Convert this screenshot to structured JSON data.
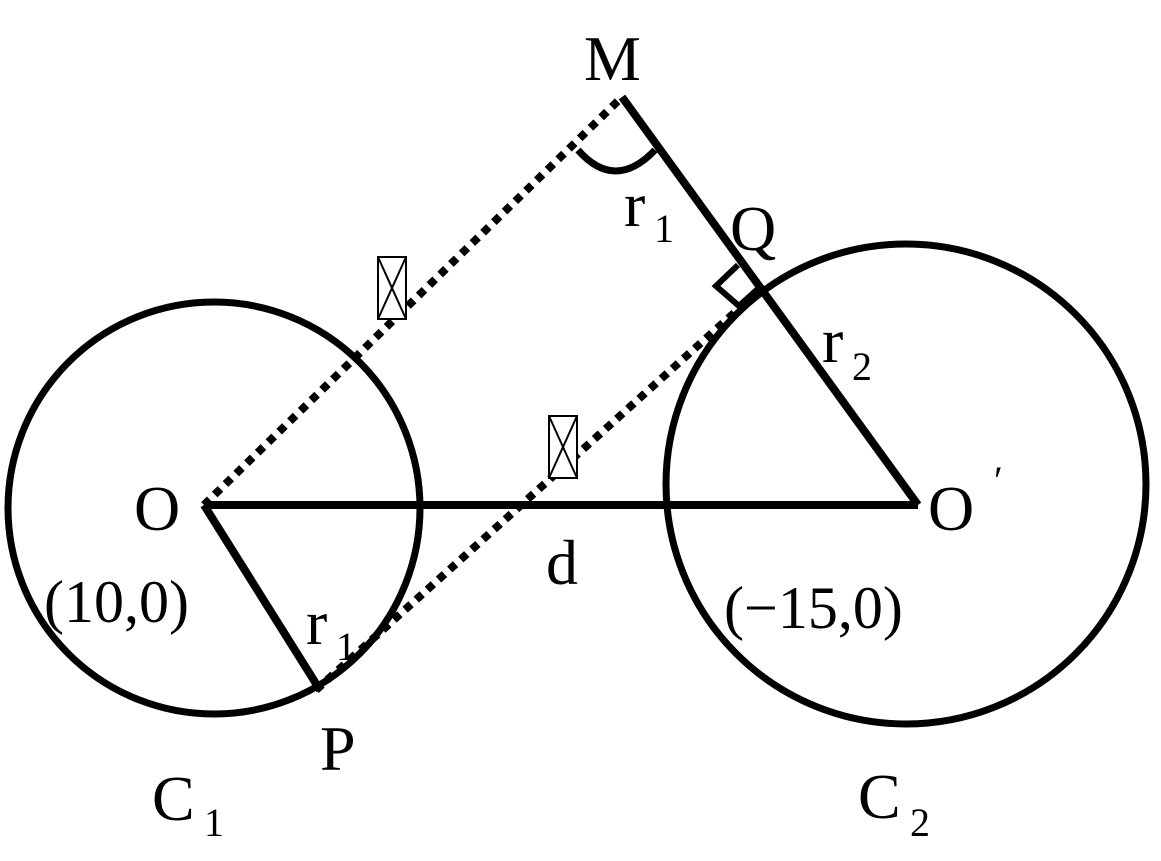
{
  "diagram": {
    "colors": {
      "ink": "#000000",
      "background": "#ffffff"
    },
    "points": {
      "M": "M",
      "Q": "Q",
      "O": "O",
      "O_prime": "O",
      "O_prime_mark": "′",
      "P": "P"
    },
    "coordinates": {
      "O": "(10,0)",
      "O_prime": "(−15,0)"
    },
    "segments": {
      "d": "d",
      "r": "r",
      "r1_sub": "1",
      "r2_sub": "2"
    },
    "circles": {
      "C": "C",
      "C1_sub": "1",
      "C2_sub": "2"
    },
    "icons": [
      "broken-image-icon",
      "broken-image-icon"
    ]
  }
}
